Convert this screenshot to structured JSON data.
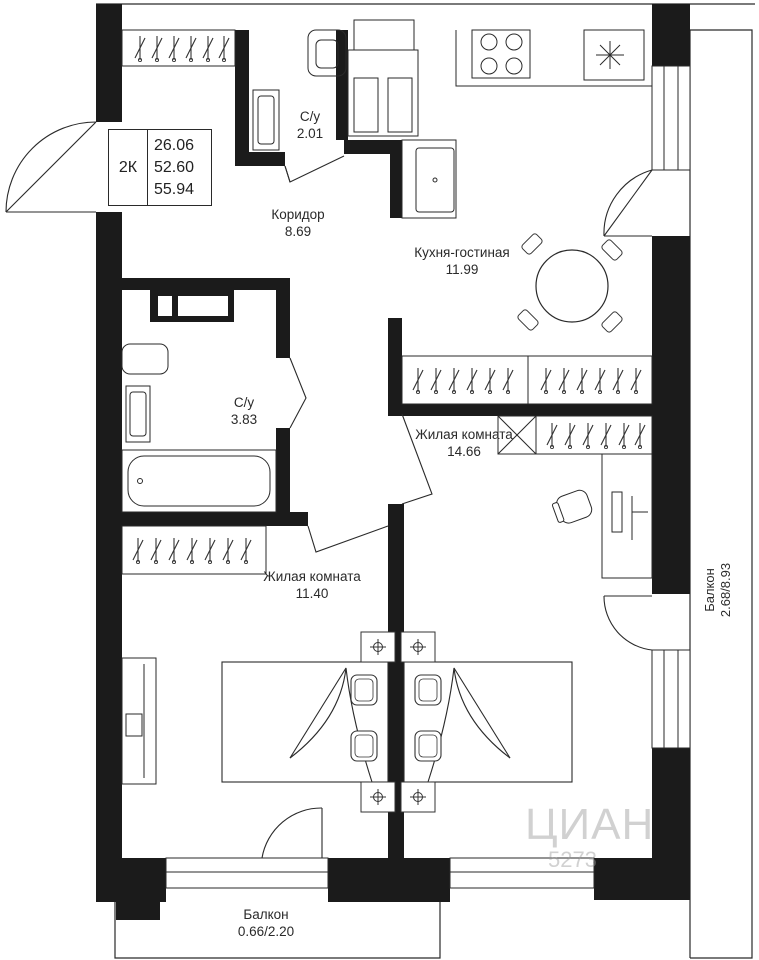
{
  "summary": {
    "room_count": "2К",
    "living_area": "26.06",
    "total_area": "52.60",
    "total_area_with_balconies": "55.94"
  },
  "rooms": {
    "bath_small": {
      "name": "С/у",
      "area": "2.01"
    },
    "corridor": {
      "name": "Коридор",
      "area": "8.69"
    },
    "kitchen": {
      "name": "Кухня-гостиная",
      "area": "11.99"
    },
    "bath_large": {
      "name": "С/у",
      "area": "3.83"
    },
    "bedroom_right": {
      "name": "Жилая комната",
      "area": "14.66"
    },
    "bedroom_left": {
      "name": "Жилая комната",
      "area": "11.40"
    },
    "balcony_right": {
      "name": "Балкон",
      "area": "2.68/8.93"
    },
    "balcony_bottom": {
      "name": "Балкон",
      "area": "0.66/2.20"
    }
  },
  "watermark": {
    "brand": "ЦИАН",
    "id": "5273"
  },
  "colors": {
    "wall": "#1b1b1b",
    "line": "#2a2a2a",
    "background": "#ffffff"
  }
}
